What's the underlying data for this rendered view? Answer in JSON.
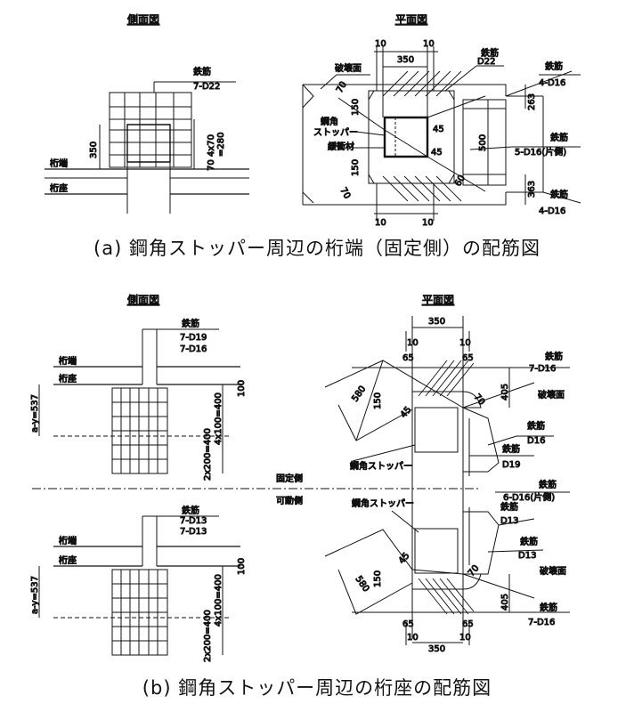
{
  "a": {
    "side_title": "側面図",
    "plan_title": "平面図",
    "caption": "(a) 鋼角ストッパー周辺の桁端（固定側）の配筋図",
    "side": {
      "rebar_label": "鉄筋",
      "rebar_spec": "7-D22",
      "girder_end": "桁端",
      "bearing_seat": "桁座",
      "dim_350": "350",
      "dim_70": "70",
      "dim_4x70": "4x70",
      "dim_280": "=280"
    },
    "plan": {
      "dim_10a": "10",
      "dim_10b": "10",
      "dim_350": "350",
      "dim_10c": "10",
      "dim_10d": "10",
      "rebar_top_label": "鉄筋",
      "rebar_top_spec": "D22",
      "rebar_r1_label": "鉄筋",
      "rebar_r1_spec": "4-D16",
      "rebar_r2_label": "鉄筋",
      "rebar_r2_spec": "5-D16(片側)",
      "rebar_r3_label": "鉄筋",
      "rebar_r3_spec": "4-D16",
      "failure_plane": "破壊面",
      "stopper_1": "鋼角",
      "stopper_2": "ストッパー",
      "cushion": "緩衝材",
      "dim_150a": "150",
      "dim_150b": "150",
      "dim_70a": "70",
      "dim_70b": "70",
      "dim_45a": "45",
      "dim_45b": "45",
      "dim_500": "500",
      "dim_263": "263",
      "dim_363": "363",
      "dim_60": "60"
    }
  },
  "b": {
    "side_title": "側面図",
    "plan_title": "平面図",
    "caption": "(b) 鋼角ストッパー周辺の桁座の配筋図",
    "fixed_side": "固定側",
    "movable_side": "可動側",
    "side_top": {
      "rebar_label": "鉄筋",
      "rebar_spec1": "7-D19",
      "rebar_spec2": "7-D16",
      "girder_end": "桁端",
      "bearing_seat": "桁座",
      "ay": "a-y=537",
      "dim_100": "100",
      "dim_4x100": "4x100=400",
      "dim_2x200": "2x200=400"
    },
    "side_bottom": {
      "rebar_label": "鉄筋",
      "rebar_spec1": "7-D13",
      "rebar_spec2": "7-D13",
      "girder_end": "桁端",
      "bearing_seat": "桁座",
      "ay": "a-y=537",
      "dim_100": "100",
      "dim_4x100": "4x100=400",
      "dim_2x200": "2x200=400"
    },
    "plan": {
      "dim_350_top": "350",
      "dim_10_tl": "10",
      "dim_10_tr": "10",
      "dim_65_tl": "65",
      "dim_65_tr": "65",
      "rebar_t_label": "鉄筋",
      "rebar_t_spec": "7-D16",
      "failure_plane_t": "破壊面",
      "dim_70_t": "70",
      "dim_405_t": "405",
      "dim_580_t": "580",
      "dim_150_t": "150",
      "dim_45_t": "45",
      "rebar_d16_label": "鉄筋",
      "rebar_d16_spec": "D16",
      "stopper_t": "鋼角ストッパー",
      "rebar_d19_label": "鉄筋",
      "rebar_d19_spec": "D19",
      "rebar_mid_label": "鉄筋",
      "rebar_mid_spec": "6-D16(片側)",
      "stopper_b": "鋼角ストッパー",
      "rebar_d13a_label": "鉄筋",
      "rebar_d13a_spec": "D13",
      "rebar_d13b_label": "鉄筋",
      "rebar_d13b_spec": "D13",
      "failure_plane_b": "破壊面",
      "dim_45_b": "45",
      "dim_580_b": "580",
      "dim_150_b": "150",
      "dim_70_b": "70",
      "dim_405_b": "405",
      "rebar_b_label": "鉄筋",
      "rebar_b_spec": "7-D16",
      "dim_65_bl": "65",
      "dim_65_br": "65",
      "dim_10_bl": "10",
      "dim_10_br": "10",
      "dim_350_bot": "350"
    }
  }
}
